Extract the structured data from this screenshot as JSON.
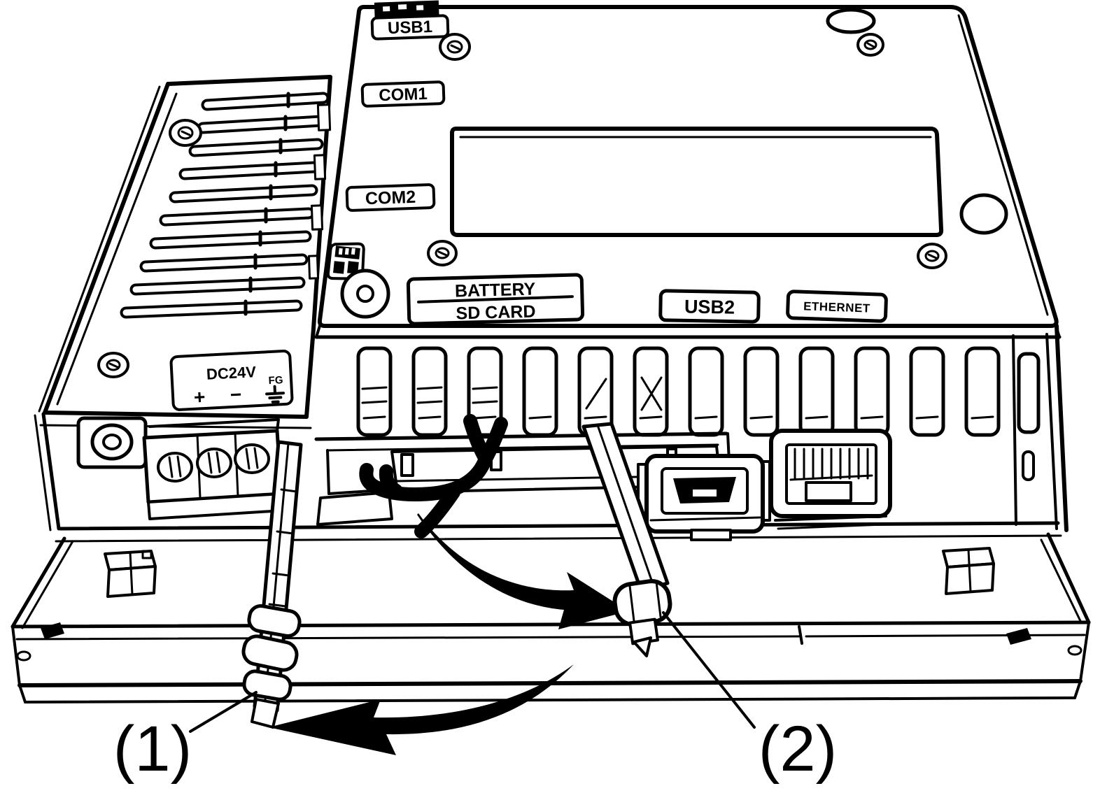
{
  "figure": {
    "description": "Rear view line drawing of an HMI unit with open interface covers, USB cable and two cable-clamp straps",
    "background_color": "#ffffff",
    "line_color": "#000000"
  },
  "port_labels": {
    "usb1": "USB1",
    "com1": "COM1",
    "com2": "COM2",
    "battery_line1": "BATTERY",
    "battery_line2": "SD CARD",
    "usb2": "USB2",
    "ethernet": "ETHERNET"
  },
  "power_label": {
    "title": "DC24V",
    "fg": "FG",
    "plus": "+",
    "minus": "−"
  },
  "callouts": {
    "c1": "(1)",
    "c2": "(2)"
  }
}
